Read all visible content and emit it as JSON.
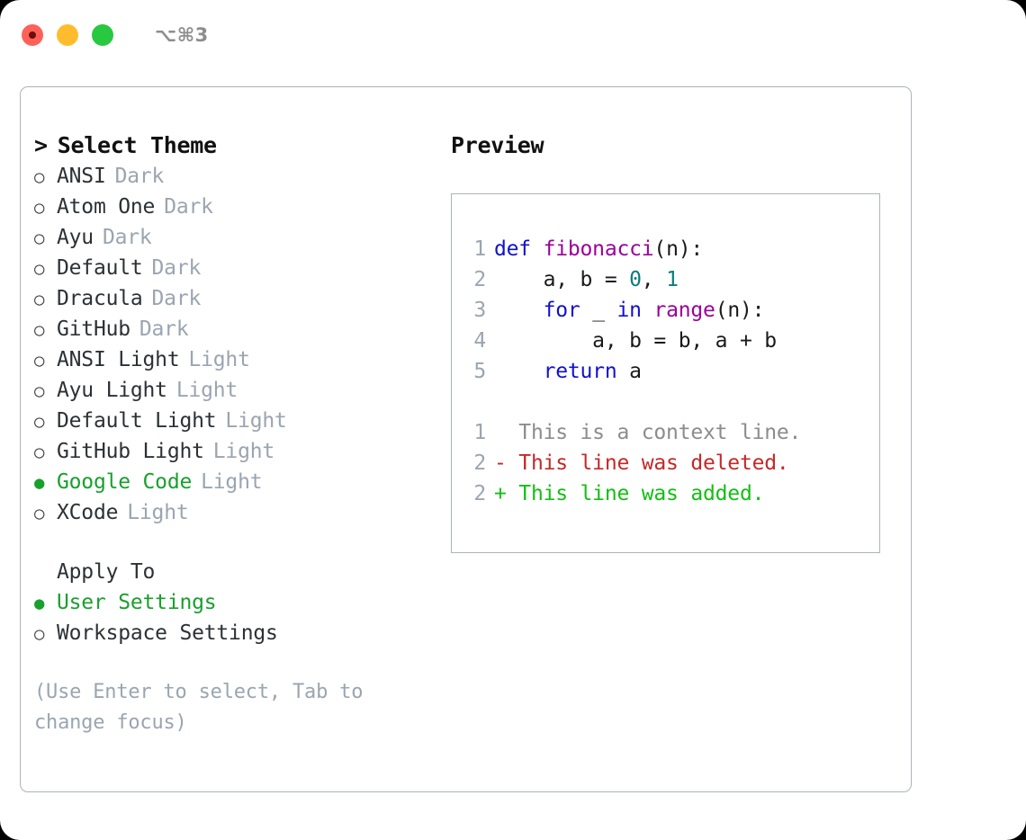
{
  "titlebar": {
    "shortcut": "⌥⌘3",
    "lights": [
      {
        "name": "close",
        "color": "#ff6159"
      },
      {
        "name": "minimize",
        "color": "#ffbd2e"
      },
      {
        "name": "zoom",
        "color": "#28c840"
      }
    ]
  },
  "theme_panel": {
    "caret": ">",
    "heading": "Select Theme",
    "bullet_unselected": "○",
    "bullet_selected": "●",
    "items": [
      {
        "label": "ANSI",
        "tag": "Dark",
        "selected": false
      },
      {
        "label": "Atom One",
        "tag": "Dark",
        "selected": false
      },
      {
        "label": "Ayu",
        "tag": "Dark",
        "selected": false
      },
      {
        "label": "Default",
        "tag": "Dark",
        "selected": false
      },
      {
        "label": "Dracula",
        "tag": "Dark",
        "selected": false
      },
      {
        "label": "GitHub",
        "tag": "Dark",
        "selected": false
      },
      {
        "label": "ANSI Light",
        "tag": "Light",
        "selected": false
      },
      {
        "label": "Ayu Light",
        "tag": "Light",
        "selected": false
      },
      {
        "label": "Default Light",
        "tag": "Light",
        "selected": false
      },
      {
        "label": "GitHub Light",
        "tag": "Light",
        "selected": false
      },
      {
        "label": "Google Code",
        "tag": "Light",
        "selected": true
      },
      {
        "label": "XCode",
        "tag": "Light",
        "selected": false
      }
    ]
  },
  "apply_to": {
    "heading": "Apply To",
    "items": [
      {
        "label": "User Settings",
        "selected": true
      },
      {
        "label": "Workspace Settings",
        "selected": false
      }
    ]
  },
  "hint": "(Use Enter to select, Tab to change focus)",
  "preview": {
    "heading": "Preview",
    "code_lines": [
      {
        "num": "1",
        "tokens": [
          {
            "t": "def ",
            "c": "kw"
          },
          {
            "t": "fibonacci",
            "c": "fn"
          },
          {
            "t": "(n):",
            "c": "pln"
          }
        ]
      },
      {
        "num": "2",
        "tokens": [
          {
            "t": "    a, b = ",
            "c": "pln"
          },
          {
            "t": "0",
            "c": "num"
          },
          {
            "t": ", ",
            "c": "pln"
          },
          {
            "t": "1",
            "c": "num"
          }
        ]
      },
      {
        "num": "3",
        "tokens": [
          {
            "t": "    ",
            "c": "pln"
          },
          {
            "t": "for",
            "c": "kw"
          },
          {
            "t": " _ ",
            "c": "pln"
          },
          {
            "t": "in",
            "c": "kw"
          },
          {
            "t": " ",
            "c": "pln"
          },
          {
            "t": "range",
            "c": "fn"
          },
          {
            "t": "(n):",
            "c": "pln"
          }
        ]
      },
      {
        "num": "4",
        "tokens": [
          {
            "t": "        a, b = b, a + b",
            "c": "pln"
          }
        ]
      },
      {
        "num": "5",
        "tokens": [
          {
            "t": "    ",
            "c": "pln"
          },
          {
            "t": "return",
            "c": "kw"
          },
          {
            "t": " a",
            "c": "pln"
          }
        ]
      }
    ],
    "diff_lines": [
      {
        "num": "1",
        "text": "  This is a context line.",
        "kind": "ctx"
      },
      {
        "num": "2",
        "text": "- This line was deleted.",
        "kind": "del"
      },
      {
        "num": "2",
        "text": "+ This line was added.",
        "kind": "add"
      }
    ]
  },
  "colors": {
    "accent_green": "#18a02c",
    "muted": "#9aa5b1",
    "border": "#aab3bd",
    "keyword": "#1111cc",
    "function": "#9b009b",
    "number": "#0a7d7d",
    "diff_context": "#8c8c8c",
    "diff_delete": "#c62828",
    "diff_add": "#13bf13"
  }
}
